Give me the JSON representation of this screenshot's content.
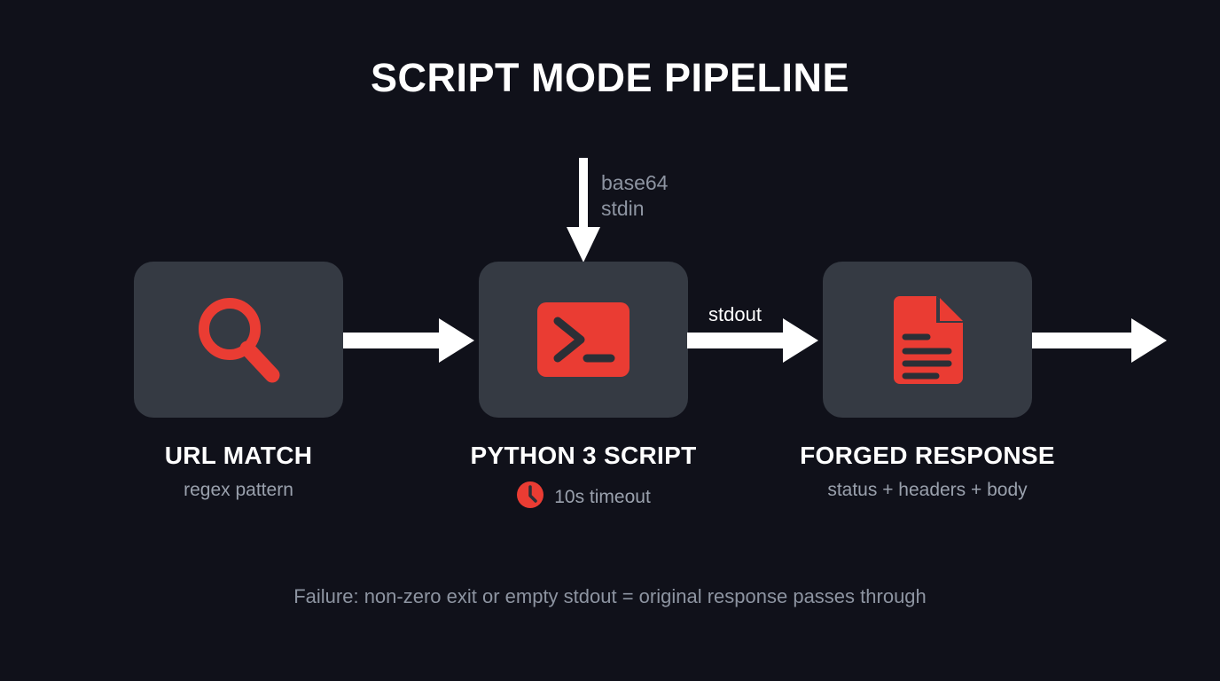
{
  "page": {
    "title": "SCRIPT MODE PIPELINE",
    "background_color": "#10111a",
    "card_color": "#353a43",
    "accent_color": "#ea3c33",
    "text_color": "#ffffff",
    "muted_text_color": "#9aa1ad"
  },
  "input_edge": {
    "line1": "base64",
    "line2": "stdin",
    "icon": "arrow-down-icon"
  },
  "stages": [
    {
      "id": "url-match",
      "icon": "magnifier-icon",
      "title": "URL MATCH",
      "subtitle": "regex pattern"
    },
    {
      "id": "python-script",
      "icon": "terminal-icon",
      "title": "PYTHON 3 SCRIPT",
      "subtitle": "",
      "badge": {
        "icon": "clock-icon",
        "label": "10s timeout"
      }
    },
    {
      "id": "forged-response",
      "icon": "document-icon",
      "title": "FORGED RESPONSE",
      "subtitle": "status + headers + body"
    }
  ],
  "edges": [
    {
      "id": "edge-1",
      "label": ""
    },
    {
      "id": "edge-2",
      "label": "stdout"
    },
    {
      "id": "edge-3",
      "label": ""
    }
  ],
  "footer": {
    "note": "Failure: non-zero exit or empty stdout = original response passes through"
  }
}
